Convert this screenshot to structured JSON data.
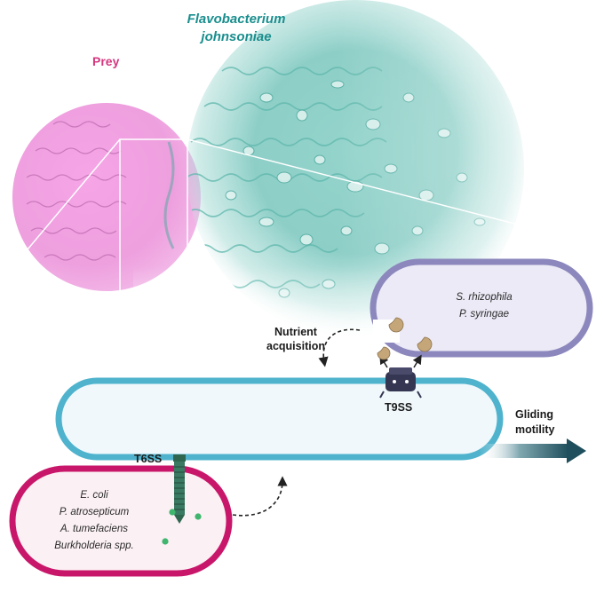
{
  "title": {
    "line1": "Flavobacterium",
    "line2": "johnsoniae"
  },
  "prey_label": "Prey",
  "top_strains": [
    "S. rhizophila",
    "P. syringae"
  ],
  "bottom_strains": [
    "E. coli",
    "P. atrosepticum",
    "A. tumefaciens",
    "Burkholderia spp."
  ],
  "nutrient": {
    "line1": "Nutrient",
    "line2": "acquisition"
  },
  "t9ss_label": "T9SS",
  "t6ss_label": "T6SS",
  "gliding": {
    "line1": "Gliding",
    "line2": "motility"
  },
  "colors": {
    "teal": "#1a8e8e",
    "prey_pink": "#d4377f",
    "cell_outline": "#4fb3cd",
    "top_prey_outline": "#8c88bd",
    "bottom_prey_outline": "#c8176a",
    "t9ss_dark": "#353652",
    "effector_tan": "#c4a678",
    "effector_green": "#3fb56d",
    "t6ss_green": "#2f6650",
    "arrow_dark": "#1f4f5c"
  }
}
